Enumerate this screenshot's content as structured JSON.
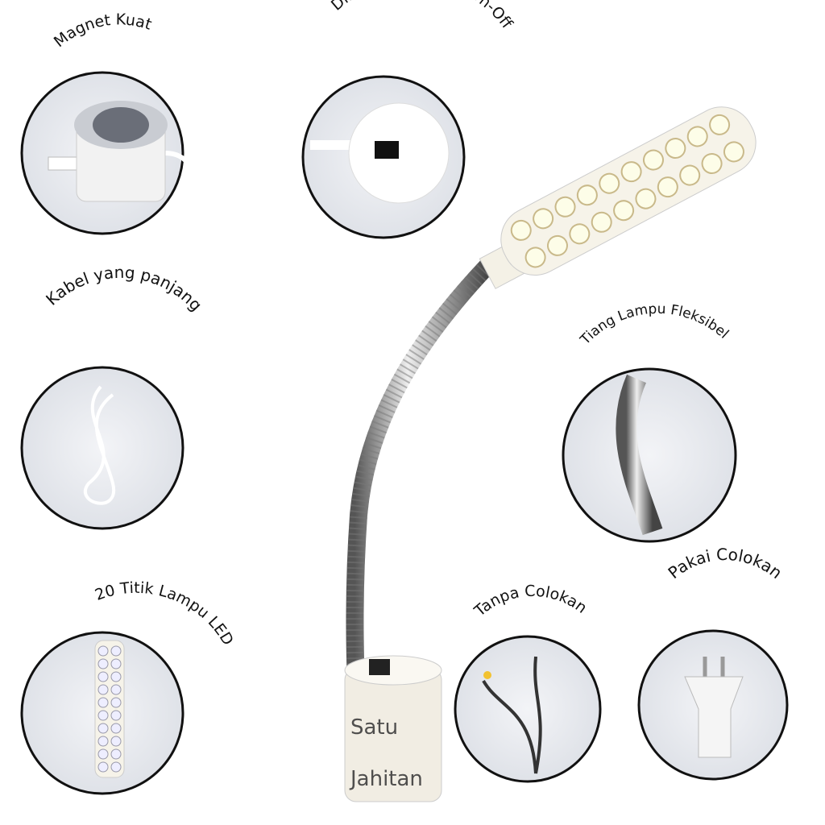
{
  "labels": {
    "magnet": "Magnet Kuat",
    "switch": "Dilengkapi Switch On-Off",
    "cable": "Kabel yang panjang",
    "pole": "Tiang Lampu Fleksibel",
    "led": "20 Titik Lampu LED",
    "no_plug": "Tanpa Colokan",
    "plug": "Pakai Colokan"
  },
  "watermark": {
    "line1": "Satu",
    "line2": "Jahitan"
  },
  "colors": {
    "circle_bg": "#e9ebf0",
    "circle_border": "#111111",
    "metal": "#a9acb3"
  }
}
